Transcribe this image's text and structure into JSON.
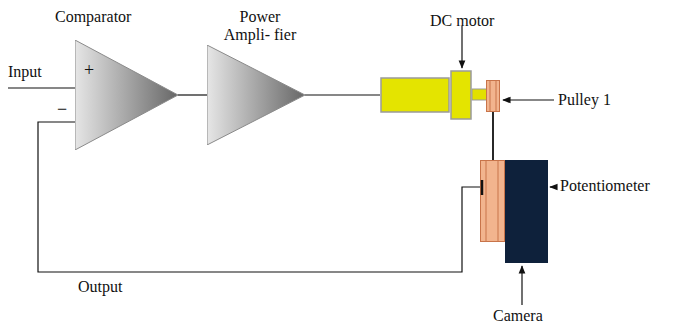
{
  "diagram": {
    "nodes": [
      {
        "text": [
          "Comparator"
        ]
      },
      {
        "text": [
          "Power Ampli- fier"
        ]
      },
      {
        "text": [
          "DC motor"
        ]
      },
      {
        "text": [
          "Pulley 1"
        ]
      },
      {
        "text": [
          "Potentiometer"
        ]
      },
      {
        "text": [
          "Camera"
        ]
      }
    ],
    "edges": [
      {
        "from": 0,
        "to": 1,
        "arrow": "none"
      },
      {
        "from": 1,
        "to": 2,
        "arrow": "none"
      },
      {
        "from": 3,
        "to": 4,
        "arrow": "none"
      },
      {
        "from": 4,
        "to": 0,
        "label": "Output",
        "arrow": "none"
      }
    ],
    "labels": [
      "Input",
      "+",
      "−"
    ]
  }
}
